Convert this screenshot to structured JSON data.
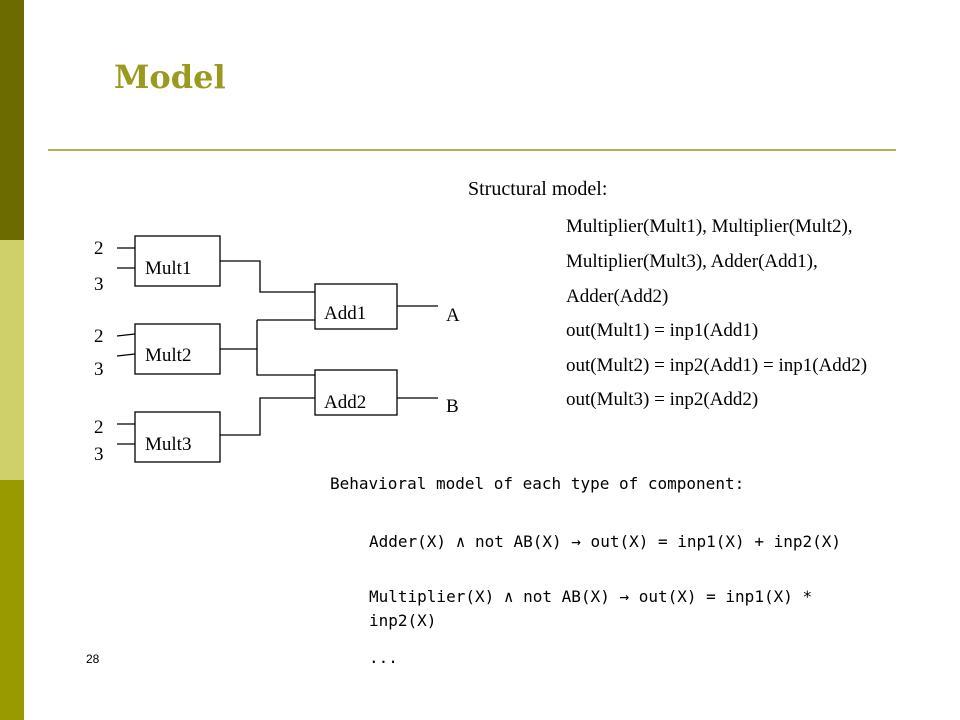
{
  "slide": {
    "title": "Model",
    "number": "28",
    "sidebar_colors": [
      "#6b6b00",
      "#cfd06a",
      "#999900"
    ]
  },
  "diagram": {
    "components": [
      {
        "id": "mult1",
        "label": "Mult1",
        "inputs": [
          "2",
          "3"
        ]
      },
      {
        "id": "mult2",
        "label": "Mult2",
        "inputs": [
          "2",
          "3"
        ]
      },
      {
        "id": "mult3",
        "label": "Mult3",
        "inputs": [
          "2",
          "3"
        ]
      },
      {
        "id": "add1",
        "label": "Add1",
        "output": "A"
      },
      {
        "id": "add2",
        "label": "Add2",
        "output": "B"
      }
    ]
  },
  "structural": {
    "heading": "Structural model:",
    "lines": [
      "Multiplier(Mult1), Multiplier(Mult2),",
      "Multiplier(Mult3), Adder(Add1),",
      "Adder(Add2)",
      "out(Mult1) = inp1(Add1)",
      "out(Mult2) = inp2(Add1) = inp1(Add2)",
      "out(Mult3) = inp2(Add2)"
    ]
  },
  "behavioral": {
    "heading": "Behavioral model of each type of component:",
    "lines": [
      "Adder(X) ∧ not AB(X) → out(X) = inp1(X) + inp2(X)",
      "Multiplier(X) ∧ not AB(X) → out(X) = inp1(X) * inp2(X)",
      "..."
    ]
  }
}
